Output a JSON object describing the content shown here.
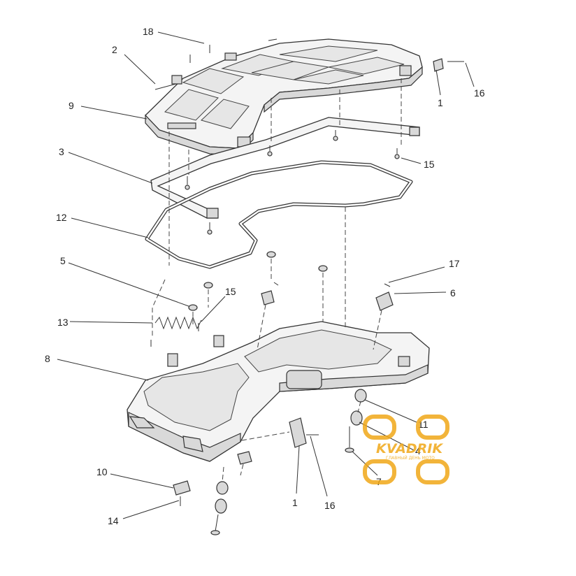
{
  "diagram": {
    "callouts": [
      {
        "id": "c18",
        "text": "18"
      },
      {
        "id": "c2",
        "text": "2"
      },
      {
        "id": "c16a",
        "text": "16"
      },
      {
        "id": "c1a",
        "text": "1"
      },
      {
        "id": "c9",
        "text": "9"
      },
      {
        "id": "c15a",
        "text": "15"
      },
      {
        "id": "c3",
        "text": "3"
      },
      {
        "id": "c12",
        "text": "12"
      },
      {
        "id": "c17",
        "text": "17"
      },
      {
        "id": "c5",
        "text": "5"
      },
      {
        "id": "c6",
        "text": "6"
      },
      {
        "id": "c15b",
        "text": "15"
      },
      {
        "id": "c13",
        "text": "13"
      },
      {
        "id": "c8",
        "text": "8"
      },
      {
        "id": "c11",
        "text": "11"
      },
      {
        "id": "c4",
        "text": "4"
      },
      {
        "id": "c7",
        "text": "7"
      },
      {
        "id": "c10",
        "text": "10"
      },
      {
        "id": "c14",
        "text": "14"
      },
      {
        "id": "c1b",
        "text": "1"
      },
      {
        "id": "c16b",
        "text": "16"
      }
    ]
  },
  "watermark": {
    "brand": "KVADRIK",
    "tagline": "ГЛАВНЫЙ ДЕНЬ МОТО",
    "color": "#f0a818"
  }
}
